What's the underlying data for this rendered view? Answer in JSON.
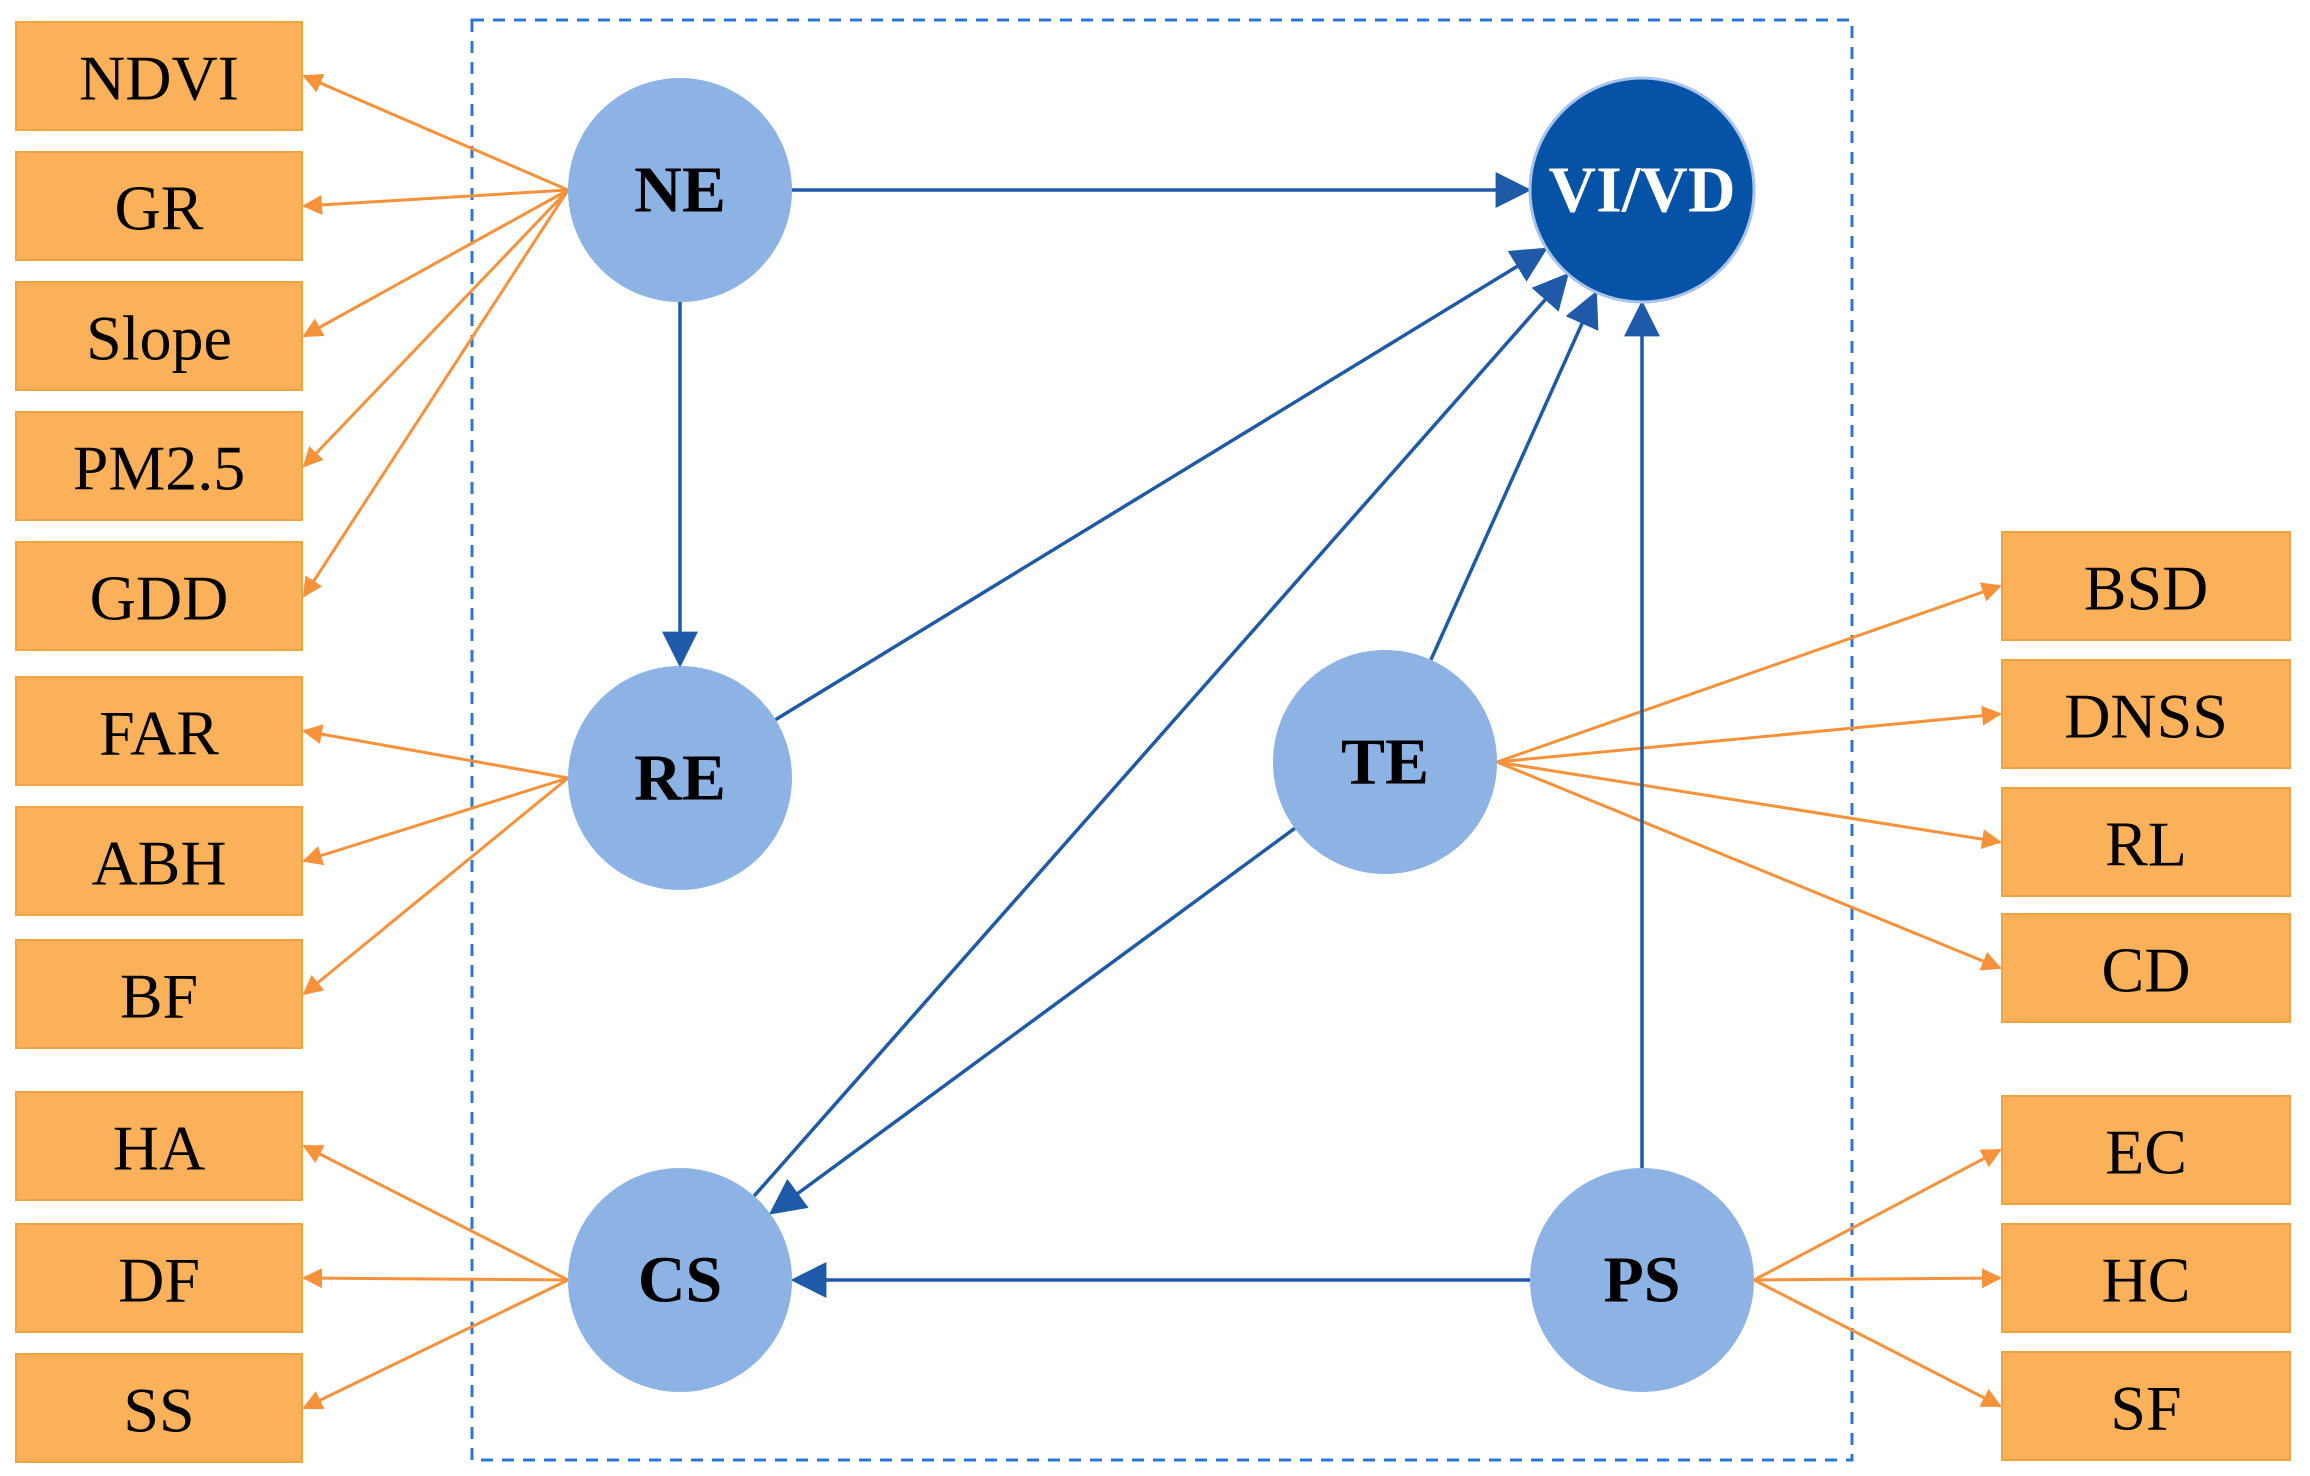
{
  "colors": {
    "node_fill": "#8db3e5",
    "node_dark_fill": "#0652a6",
    "box_fill": "#fbb159",
    "indicator_arrow": "#f7923a",
    "flow_arrow": "#1f5aa8",
    "frame": "#2e75d6"
  },
  "nodes": [
    {
      "id": "NE",
      "label": "NE"
    },
    {
      "id": "VIVD",
      "label": "VI/VD"
    },
    {
      "id": "RE",
      "label": "RE"
    },
    {
      "id": "TE",
      "label": "TE"
    },
    {
      "id": "CS",
      "label": "CS"
    },
    {
      "id": "PS",
      "label": "PS"
    }
  ],
  "indicators": [
    {
      "id": "NDVI",
      "label": "NDVI",
      "group": "NE"
    },
    {
      "id": "GR",
      "label": "GR",
      "group": "NE"
    },
    {
      "id": "Slope",
      "label": "Slope",
      "group": "NE"
    },
    {
      "id": "PM25",
      "label": "PM2.5",
      "group": "NE"
    },
    {
      "id": "GDD",
      "label": "GDD",
      "group": "NE"
    },
    {
      "id": "FAR",
      "label": "FAR",
      "group": "RE"
    },
    {
      "id": "ABH",
      "label": "ABH",
      "group": "RE"
    },
    {
      "id": "BF",
      "label": "BF",
      "group": "RE"
    },
    {
      "id": "HA",
      "label": "HA",
      "group": "CS"
    },
    {
      "id": "DF",
      "label": "DF",
      "group": "CS"
    },
    {
      "id": "SS",
      "label": "SS",
      "group": "CS"
    },
    {
      "id": "BSD",
      "label": "BSD",
      "group": "TE"
    },
    {
      "id": "DNSS",
      "label": "DNSS",
      "group": "TE"
    },
    {
      "id": "RL",
      "label": "RL",
      "group": "TE"
    },
    {
      "id": "CD",
      "label": "CD",
      "group": "TE"
    },
    {
      "id": "EC",
      "label": "EC",
      "group": "PS"
    },
    {
      "id": "HC",
      "label": "HC",
      "group": "PS"
    },
    {
      "id": "SF",
      "label": "SF",
      "group": "PS"
    }
  ],
  "edges": [
    {
      "from": "NE",
      "to": "VIVD"
    },
    {
      "from": "NE",
      "to": "RE"
    },
    {
      "from": "RE",
      "to": "VIVD"
    },
    {
      "from": "TE",
      "to": "VIVD"
    },
    {
      "from": "PS",
      "to": "VIVD"
    },
    {
      "from": "CS",
      "to": "VIVD"
    },
    {
      "from": "TE",
      "to": "CS"
    },
    {
      "from": "PS",
      "to": "CS"
    }
  ]
}
